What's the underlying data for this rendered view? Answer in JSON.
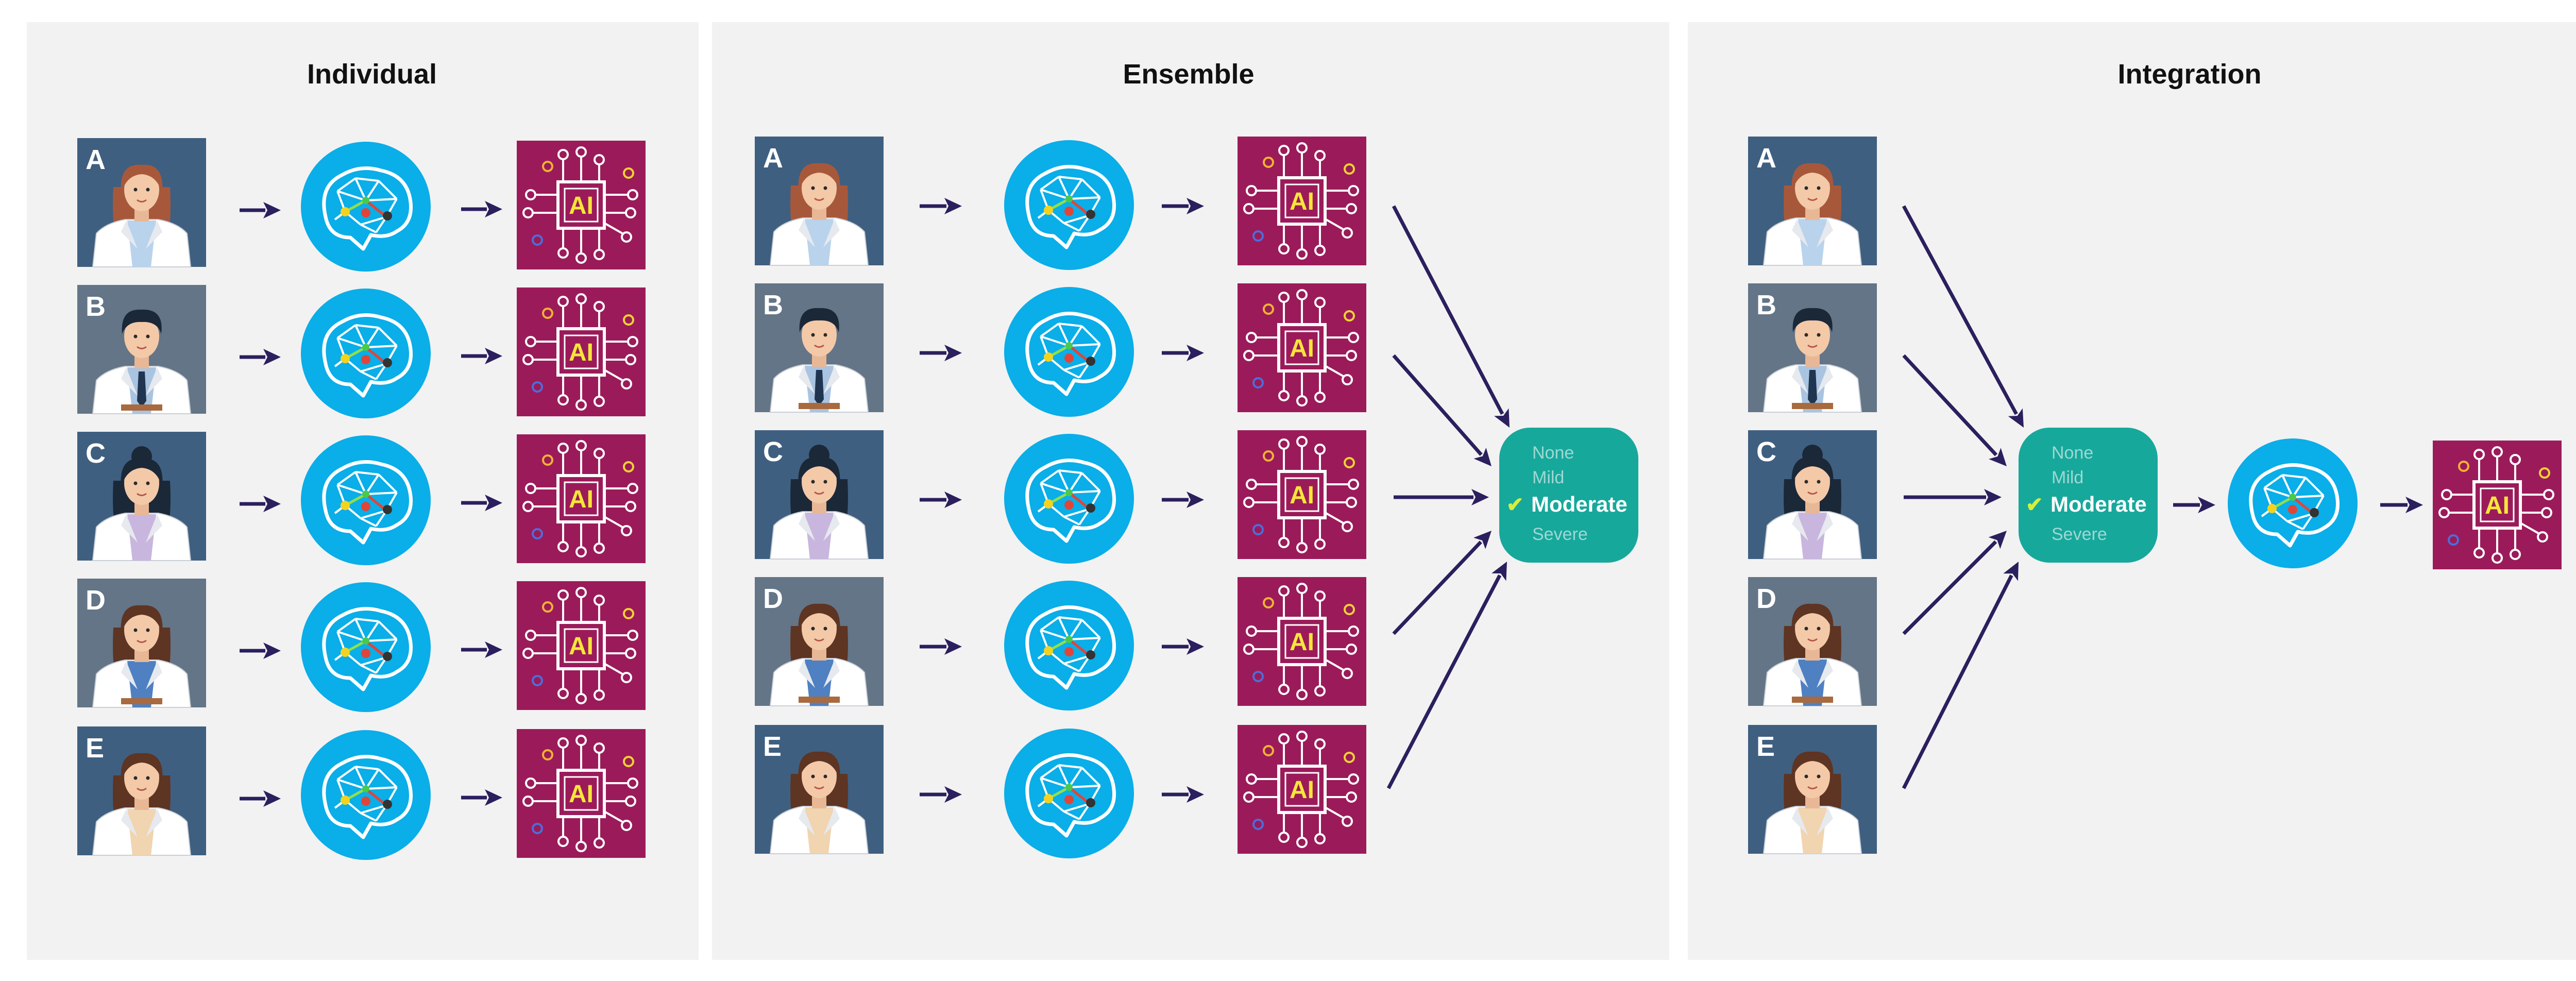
{
  "panels": [
    {
      "title": "Individual"
    },
    {
      "title": "Ensemble"
    },
    {
      "title": "Integration"
    }
  ],
  "clinicians": [
    {
      "letter": "A",
      "gender": "female",
      "bg": "#3f5f80",
      "hair": "#a8583a",
      "shirt": "#b9d3ec"
    },
    {
      "letter": "B",
      "gender": "male",
      "bg": "#637587",
      "hair": "#1b2838",
      "shirt": "#a9c4e1"
    },
    {
      "letter": "C",
      "gender": "female",
      "bg": "#3f5f80",
      "hair": "#1b2838",
      "shirt": "#c9b6de"
    },
    {
      "letter": "D",
      "gender": "female",
      "bg": "#637587",
      "hair": "#5e3422",
      "shirt": "#4e80c2"
    },
    {
      "letter": "E",
      "gender": "female",
      "bg": "#3f5f80",
      "hair": "#5e3422",
      "shirt": "#f1d4b0"
    }
  ],
  "ai_chip_label": "AI",
  "decision_box": {
    "options": [
      "None",
      "Mild",
      "Moderate",
      "Severe"
    ],
    "selected": "Moderate",
    "check": "✔"
  },
  "colors": {
    "panel_bg": "#f2f2f2",
    "arrow": "#2b1f5e",
    "brain_circle": "#0aaee8",
    "ai_box": "#9b1b5a",
    "ai_chip_text": "#f5e63a",
    "decision_box": "#17a89c",
    "check": "#d6ef3c"
  },
  "icons": [
    "clinician-portrait",
    "brain-network-icon",
    "ai-chip-icon",
    "arrow-icon",
    "checkmark-icon"
  ]
}
